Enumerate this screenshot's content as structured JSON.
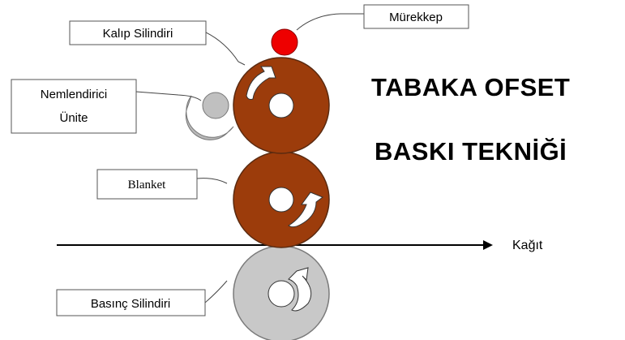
{
  "title": {
    "line1": "TABAKA OFSET",
    "line2": "BASKI TEKNİĞİ"
  },
  "labels": {
    "ink": "Mürekkep",
    "plate_cylinder": "Kalıp Silindiri",
    "dampening_line1": "Nemlendirici",
    "dampening_line2": "Ünite",
    "blanket": "Blanket",
    "impression_cylinder": "Basınç Silindiri",
    "paper": "Kağıt"
  },
  "colors": {
    "cylinder_brown": "#9c3c0b",
    "cylinder_grey": "#c8c8c8",
    "ink_red": "#ee0000"
  }
}
